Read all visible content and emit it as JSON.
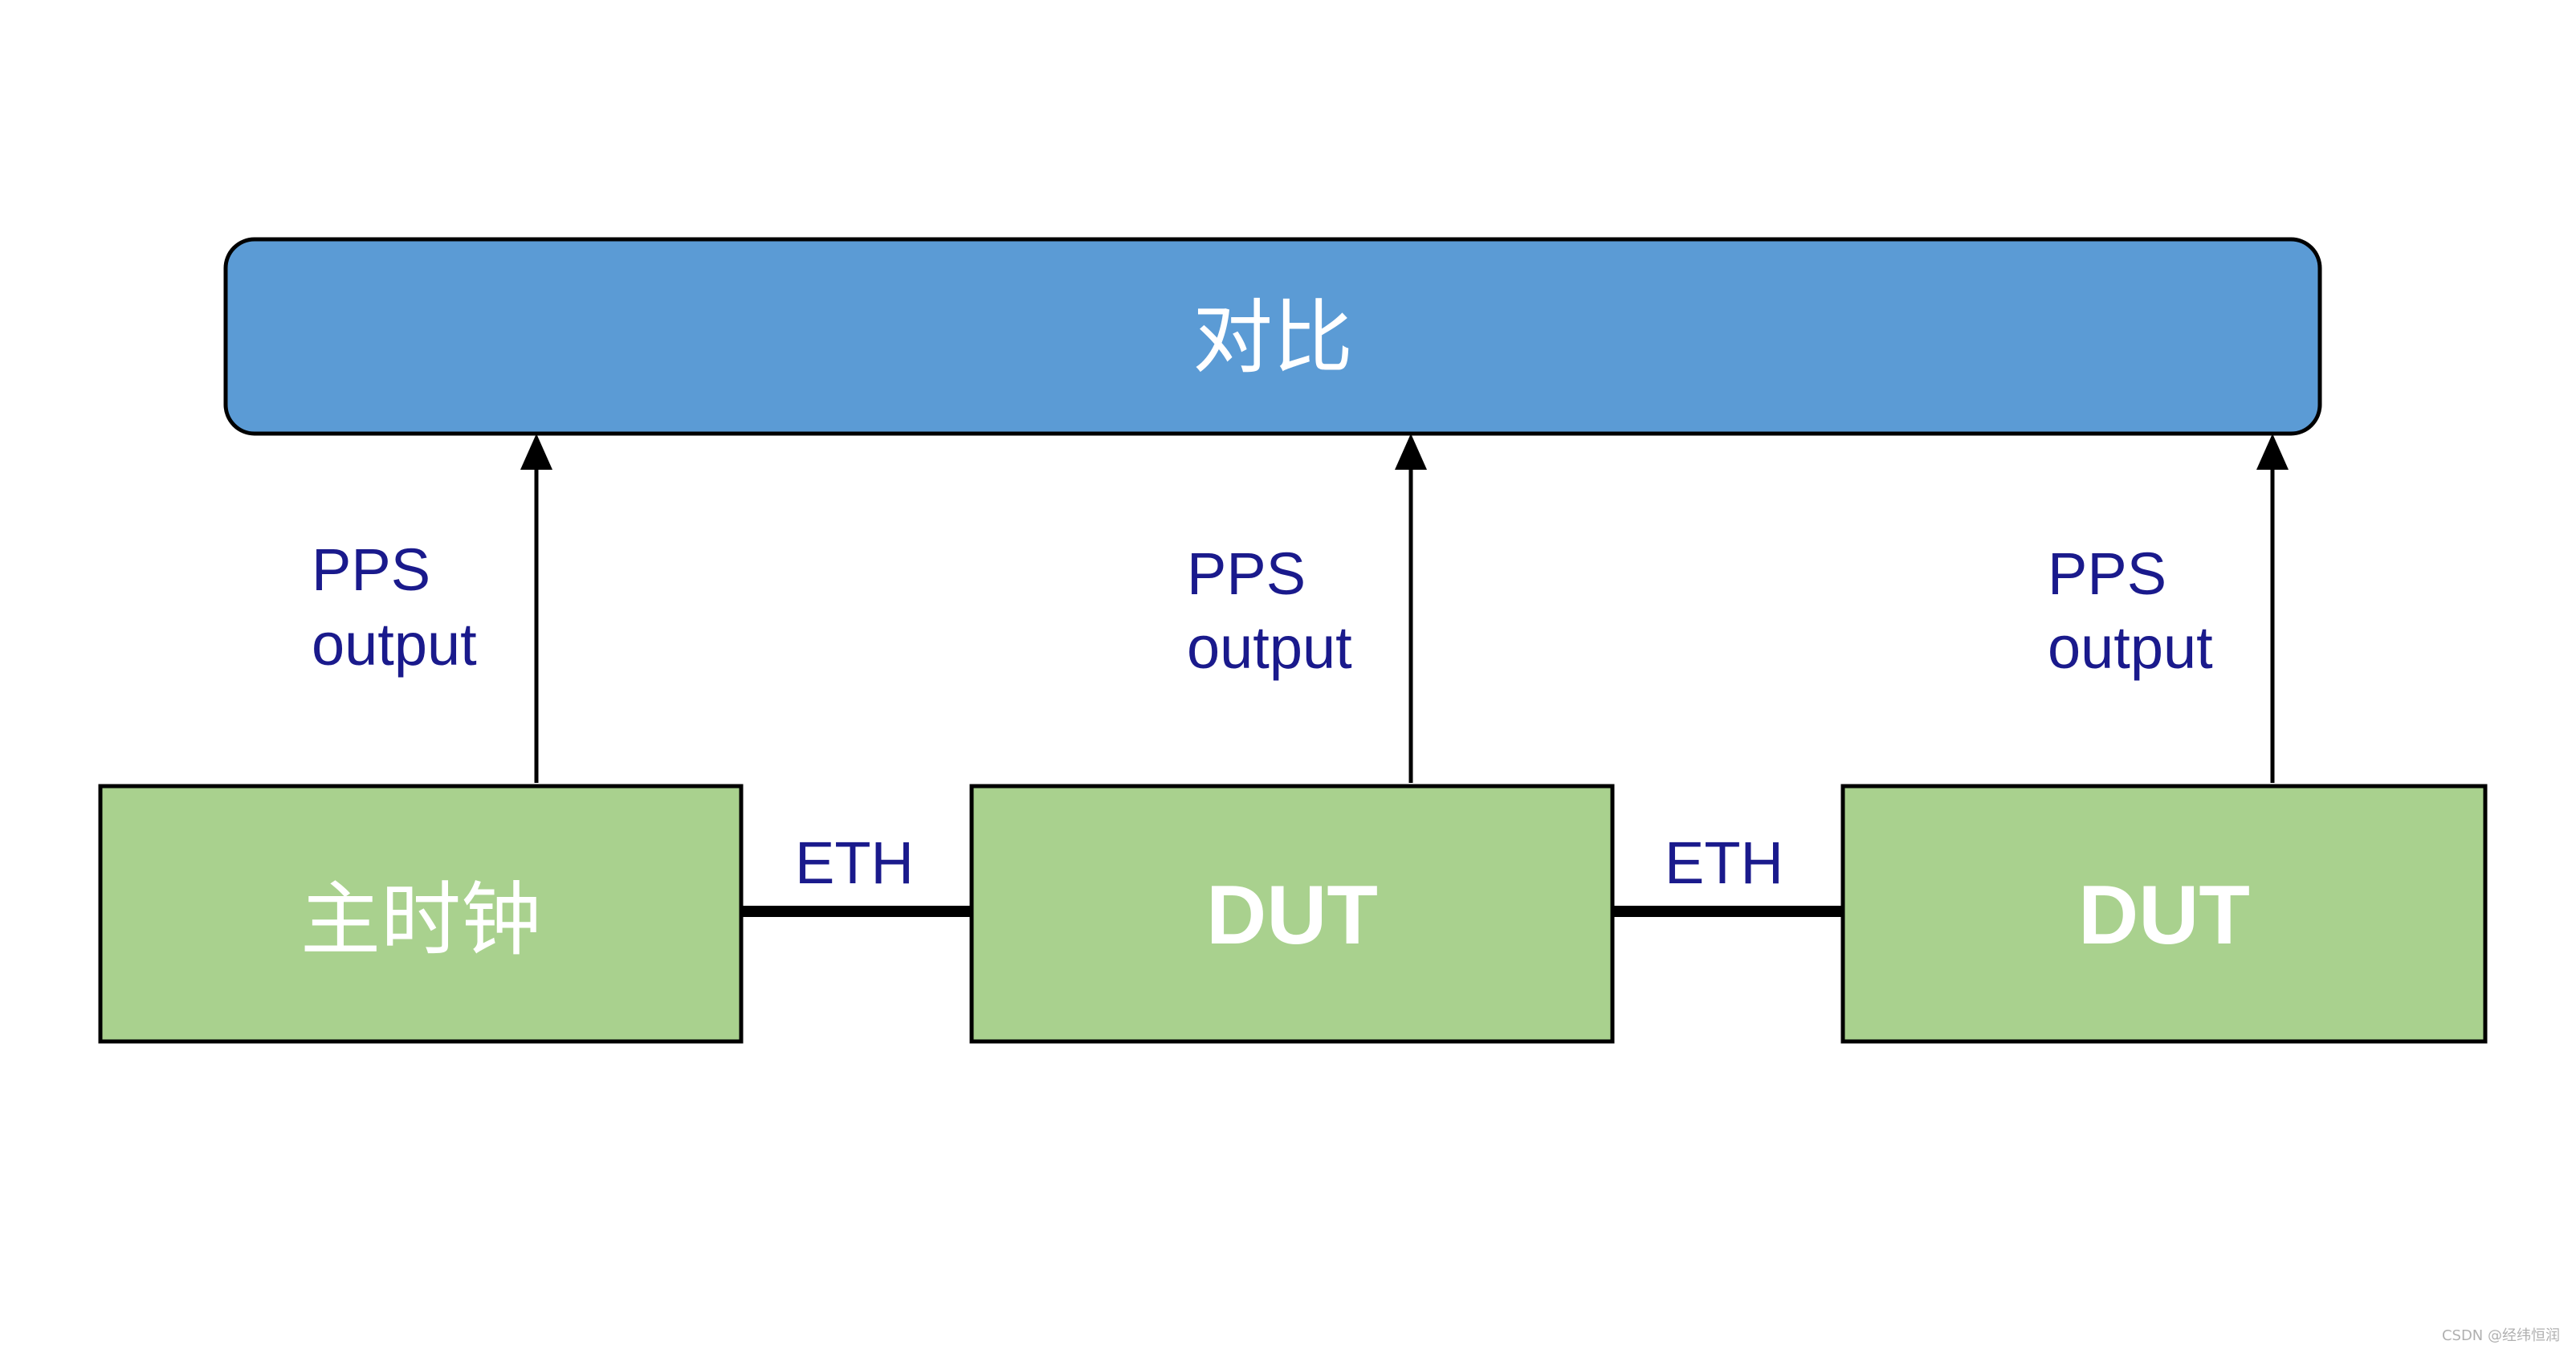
{
  "top_box": {
    "label": "对比",
    "fill": "#5b9bd5"
  },
  "nodes": [
    {
      "id": "master",
      "label": "主时钟",
      "fill": "#a9d18e"
    },
    {
      "id": "dut1",
      "label": "DUT",
      "fill": "#a9d18e"
    },
    {
      "id": "dut2",
      "label": "DUT",
      "fill": "#a9d18e"
    }
  ],
  "arrows": [
    {
      "from": "master",
      "label_line1": "PPS",
      "label_line2": "output"
    },
    {
      "from": "dut1",
      "label_line1": "PPS",
      "label_line2": "output"
    },
    {
      "from": "dut2",
      "label_line1": "PPS",
      "label_line2": "output"
    }
  ],
  "links": [
    {
      "from": "master",
      "to": "dut1",
      "label": "ETH"
    },
    {
      "from": "dut1",
      "to": "dut2",
      "label": "ETH"
    }
  ],
  "colors": {
    "label_text": "#1a1a8c",
    "box_text": "#ffffff",
    "line": "#000000"
  },
  "watermark": "CSDN @经纬恒润"
}
